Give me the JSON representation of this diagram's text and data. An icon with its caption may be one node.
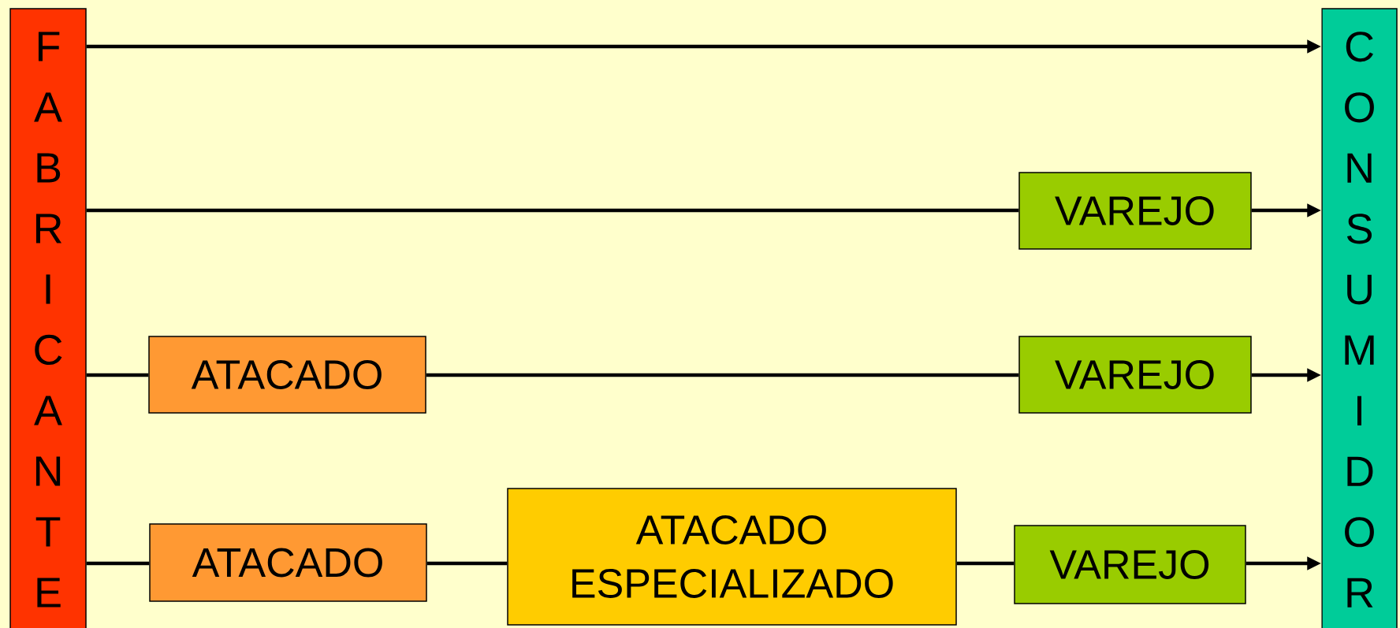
{
  "diagram": {
    "nodes": [
      {
        "text": [
          "FABRICANTE"
        ]
      },
      {
        "text": [
          "CONSUMIDOR"
        ]
      },
      {
        "text": [
          "VAREJO"
        ]
      },
      {
        "text": [
          "ATACADO"
        ]
      },
      {
        "text": [
          "VAREJO"
        ]
      },
      {
        "text": [
          "ATACADO"
        ]
      },
      {
        "text": [
          "ATACADO ESPECIALIZADO"
        ]
      },
      {
        "text": [
          "VAREJO"
        ]
      }
    ],
    "edges": [
      {
        "from": 0,
        "to": 1,
        "arrow": "to"
      },
      {
        "from": 0,
        "to": 2,
        "arrow": "none"
      },
      {
        "from": 2,
        "to": 1,
        "arrow": "to"
      },
      {
        "from": 0,
        "to": 3,
        "arrow": "none"
      },
      {
        "from": 3,
        "to": 4,
        "arrow": "none"
      },
      {
        "from": 4,
        "to": 1,
        "arrow": "to"
      },
      {
        "from": 0,
        "to": 5,
        "arrow": "none"
      },
      {
        "from": 5,
        "to": 6,
        "arrow": "none"
      },
      {
        "from": 6,
        "to": 7,
        "arrow": "none"
      },
      {
        "from": 7,
        "to": 1,
        "arrow": "to"
      }
    ]
  }
}
